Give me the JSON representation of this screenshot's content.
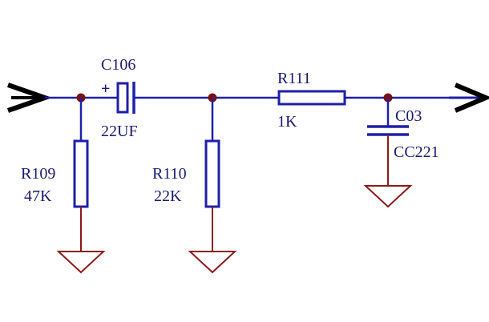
{
  "colors": {
    "wire": "#1f1fa8",
    "label": "#1a1a6e",
    "ground": "#8b1a1a",
    "junction": "#7a1010",
    "arrow": "#000000"
  },
  "components": {
    "c106": {
      "ref": "C106",
      "value": "22UF",
      "polarity": "+"
    },
    "r109": {
      "ref": "R109",
      "value": "47K"
    },
    "r110": {
      "ref": "R110",
      "value": "22K"
    },
    "r111": {
      "ref": "R111",
      "value": "1K"
    },
    "c03": {
      "ref": "C03",
      "value": "CC221"
    }
  },
  "symbols": {
    "input": "arrow-right-icon",
    "output": "arrow-right-icon",
    "ground": "ground-icon"
  }
}
